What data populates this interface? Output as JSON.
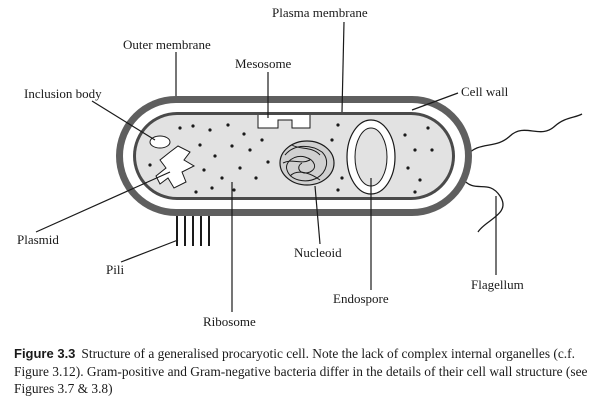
{
  "labels": {
    "plasma_membrane": "Plasma membrane",
    "outer_membrane": "Outer membrane",
    "mesosome": "Mesosome",
    "inclusion_body": "Inclusion body",
    "cell_wall": "Cell wall",
    "plasmid": "Plasmid",
    "pili": "Pili",
    "nucleoid": "Nucleoid",
    "flagellum": "Flagellum",
    "endospore": "Endospore",
    "ribosome": "Ribosome"
  },
  "caption": {
    "figure_label": "Figure 3.3",
    "text": "Structure of a generalised procaryotic cell. Note the lack of complex internal organelles (c.f. Figure 3.12). Gram-positive and Gram-negative bacteria differ in the details of their cell wall structure (see Figures 3.7 & 3.8)"
  },
  "colors": {
    "outer_membrane": "#5f5f5f",
    "cell_wall": "#ffffff",
    "cytoplasm": "#e2e2e2",
    "line": "#1a1a1a"
  }
}
